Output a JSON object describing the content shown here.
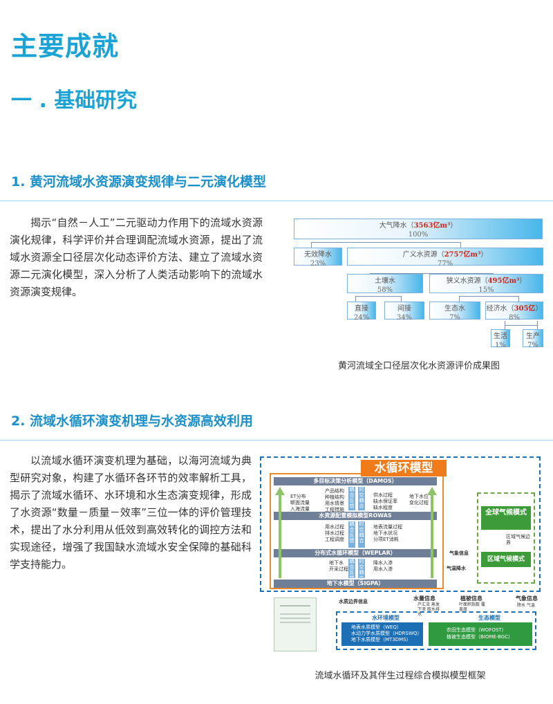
{
  "header": {
    "main_title": "主要成就",
    "sub_title": "一 . 基础研究"
  },
  "section1": {
    "title": "1. 黄河流域水资源演变规律与二元演化模型",
    "paragraph": "揭示“自然－人工”二元驱动力作用下的流域水资源演化规律，科学评价并合理调配流域水资源，提出了流域水资源全口径层次化动态评价方法、建立了流域水资源二元演化模型，深入分析了人类活动影响下的流域水资源演变规律。",
    "figure": {
      "caption": "黄河流域全口径层次化水资源评价成果图",
      "nodes": {
        "precip": {
          "label": "大气降水",
          "value": "3563亿m³",
          "pct": "100%"
        },
        "invalid": {
          "label": "无效降水",
          "pct": "23%"
        },
        "broad": {
          "label": "广义水资源",
          "value": "2757亿m³",
          "pct": "77%"
        },
        "soil": {
          "label": "土壤水",
          "pct": "58%"
        },
        "narrow": {
          "label": "狭义水资源",
          "value": "495亿m³",
          "pct": "15%"
        },
        "direct": {
          "label": "直接",
          "pct": "24%"
        },
        "indirect": {
          "label": "间接",
          "pct": "34%"
        },
        "eco": {
          "label": "生态水",
          "pct": "7%"
        },
        "econ": {
          "label": "经济水",
          "value": "305亿",
          "pct": "8%"
        },
        "life": {
          "label": "生活",
          "pct": "1%"
        },
        "prod": {
          "label": "生产",
          "pct": "7%"
        }
      }
    }
  },
  "section2": {
    "title": "2. 流域水循环演变机理与水资源高效利用",
    "paragraph": "以流域水循环演变机理为基础，以海河流域为典型研究对象，构建了水循环各环节的效率解析工具，揭示了流域水循环、水环境和水生态演变规律，形成了水资源“数量－质量－效率”三位一体的评价管理技术，提出了水分利用从低效到高效转化的调控方法和实现途径，增强了我国缺水流域水安全保障的基础科学支持能力。",
    "figure": {
      "caption": "流域水循环及其伴生过程综合模拟模型框架",
      "model_title": "水循环模型",
      "damos": "多目标决策分析模型（DAMOS）",
      "rowas": "水资源配置模拟模型ROWAS",
      "weplar": "分布式水循环模型（WEPLAR）",
      "sigpa": "地下水模型（SIGPA）",
      "left_texts": [
        "ET分布",
        "断面流量",
        "入海流量"
      ],
      "mid_texts_1": [
        "产品结构",
        "种植结构",
        "用水情景",
        "工程措施"
      ],
      "right_texts_1": [
        "供水过程",
        "缺水保证率",
        "缺水程度"
      ],
      "right_texts_1b": [
        "地下水位",
        "变化过程"
      ],
      "mid_texts_2": [
        "用水过程",
        "排水过程",
        "工程调度"
      ],
      "right_texts_2": [
        "地表流量过程",
        "地下水状况",
        "分项ET消耗"
      ],
      "mid_texts_3": [
        "地下水",
        "开采过程"
      ],
      "right_texts_3": [
        "降水入渗",
        "用水入渗"
      ],
      "arrow_1": "耦合反馈",
      "arrow_2": "时空耦合",
      "arrow_3": "耦合反馈",
      "arrow_4": "时空耦合",
      "arrow_5": "耦合反馈",
      "arrow_6": "时空耦合",
      "global_model": "全球气候模式",
      "regional_model": "区域气候模式",
      "regional_border": "区域气候边界",
      "climate_info": "气象信息",
      "temp_precip": "气温降水",
      "water_quality_info": "水质边",
      "boundary_info": "界信息",
      "water_quantity_info": "水量信息",
      "water_quantity_sub": "产汇流 蒸发下渗 取水排水",
      "vegetation_info": "植被信息",
      "vegetation_sub": "叶面积指数 覆盖度",
      "climate_info_2": "气象信息",
      "climate_sub_2": "降水 气温",
      "env_model": "水环境模型",
      "env_items": [
        "地表水质模型（WEQ）",
        "水动力学水质模型（HDRSWQ）",
        "地下水质模型（MT3DMS）"
      ],
      "eco_model": "生态模型",
      "eco_items": [
        "农田生态模型（WOFOST）",
        "植被生态模型（BIOME-BGC）"
      ]
    }
  },
  "colors": {
    "title_blue": "#1aa3d4",
    "accent_orange": "#ef7b1b",
    "eco_green": "#2f9a3f",
    "model_blue": "#1c6fb5",
    "value_red": "#c8281e"
  }
}
